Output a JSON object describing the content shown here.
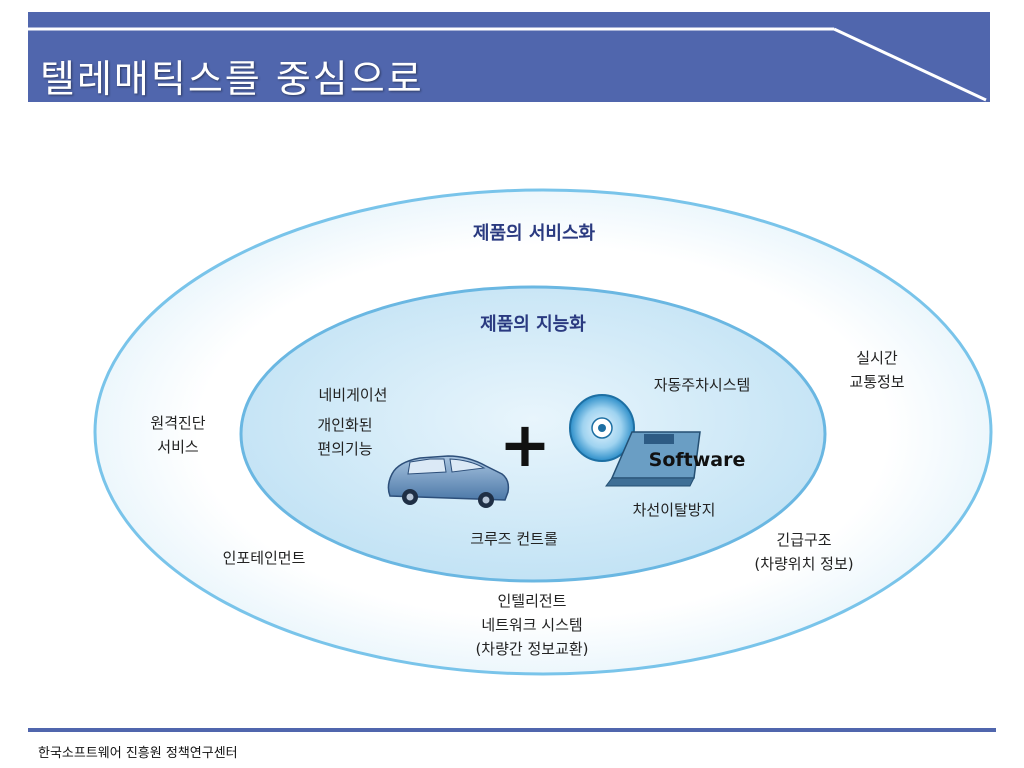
{
  "header": {
    "title": "텔레매틱스를 중심으로"
  },
  "diagram": {
    "outer_title": "제품의 서비스화",
    "inner_title": "제품의 지능화",
    "inner_items": {
      "navigation": "네비게이션",
      "personalized_1": "개인화된",
      "personalized_2": "편의기능",
      "auto_parking": "자동주차시스템",
      "software": "Software",
      "lane_departure": "차선이탈방지",
      "cruise_control": "크루즈 컨트롤",
      "plus": "+"
    },
    "outer_items": {
      "remote_diag_1": "원격진단",
      "remote_diag_2": "서비스",
      "realtime_1": "실시간",
      "realtime_2": "교통정보",
      "infotainment": "인포테인먼트",
      "emergency_1": "긴급구조",
      "emergency_2": "(차량위치 정보)",
      "network_1": "인텔리전트",
      "network_2": "네트워크 시스템",
      "network_3": "(차량간 정보교환)"
    }
  },
  "footer": {
    "text": "한국소프트웨어 진흥원 정책연구센터"
  },
  "colors": {
    "header_bg": "#5066ad",
    "outer_fill": "#ffffff",
    "inner_fill": "#cfe7f6",
    "ring_stroke": "#79c4ea"
  }
}
